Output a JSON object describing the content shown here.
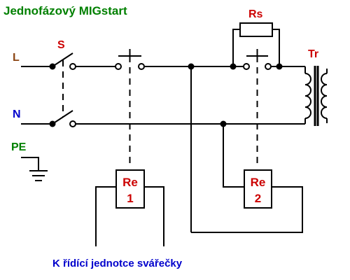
{
  "colors": {
    "title": "#008000",
    "line_label": "#8b4513",
    "neutral_label": "#0000cc",
    "earth_label": "#008000",
    "component_label": "#cc0000",
    "footer": "#0000cc",
    "wire": "#000000"
  },
  "title": "Jednofázový MIGstart",
  "terminals": {
    "line": "L",
    "neutral": "N",
    "earth": "PE"
  },
  "components": {
    "switch": "S",
    "resistor": "Rs",
    "transformer": "Tr",
    "relay1": {
      "name": "Re",
      "number": "1"
    },
    "relay2": {
      "name": "Re",
      "number": "2"
    }
  },
  "footer": "K řídící jednotce svářečky"
}
